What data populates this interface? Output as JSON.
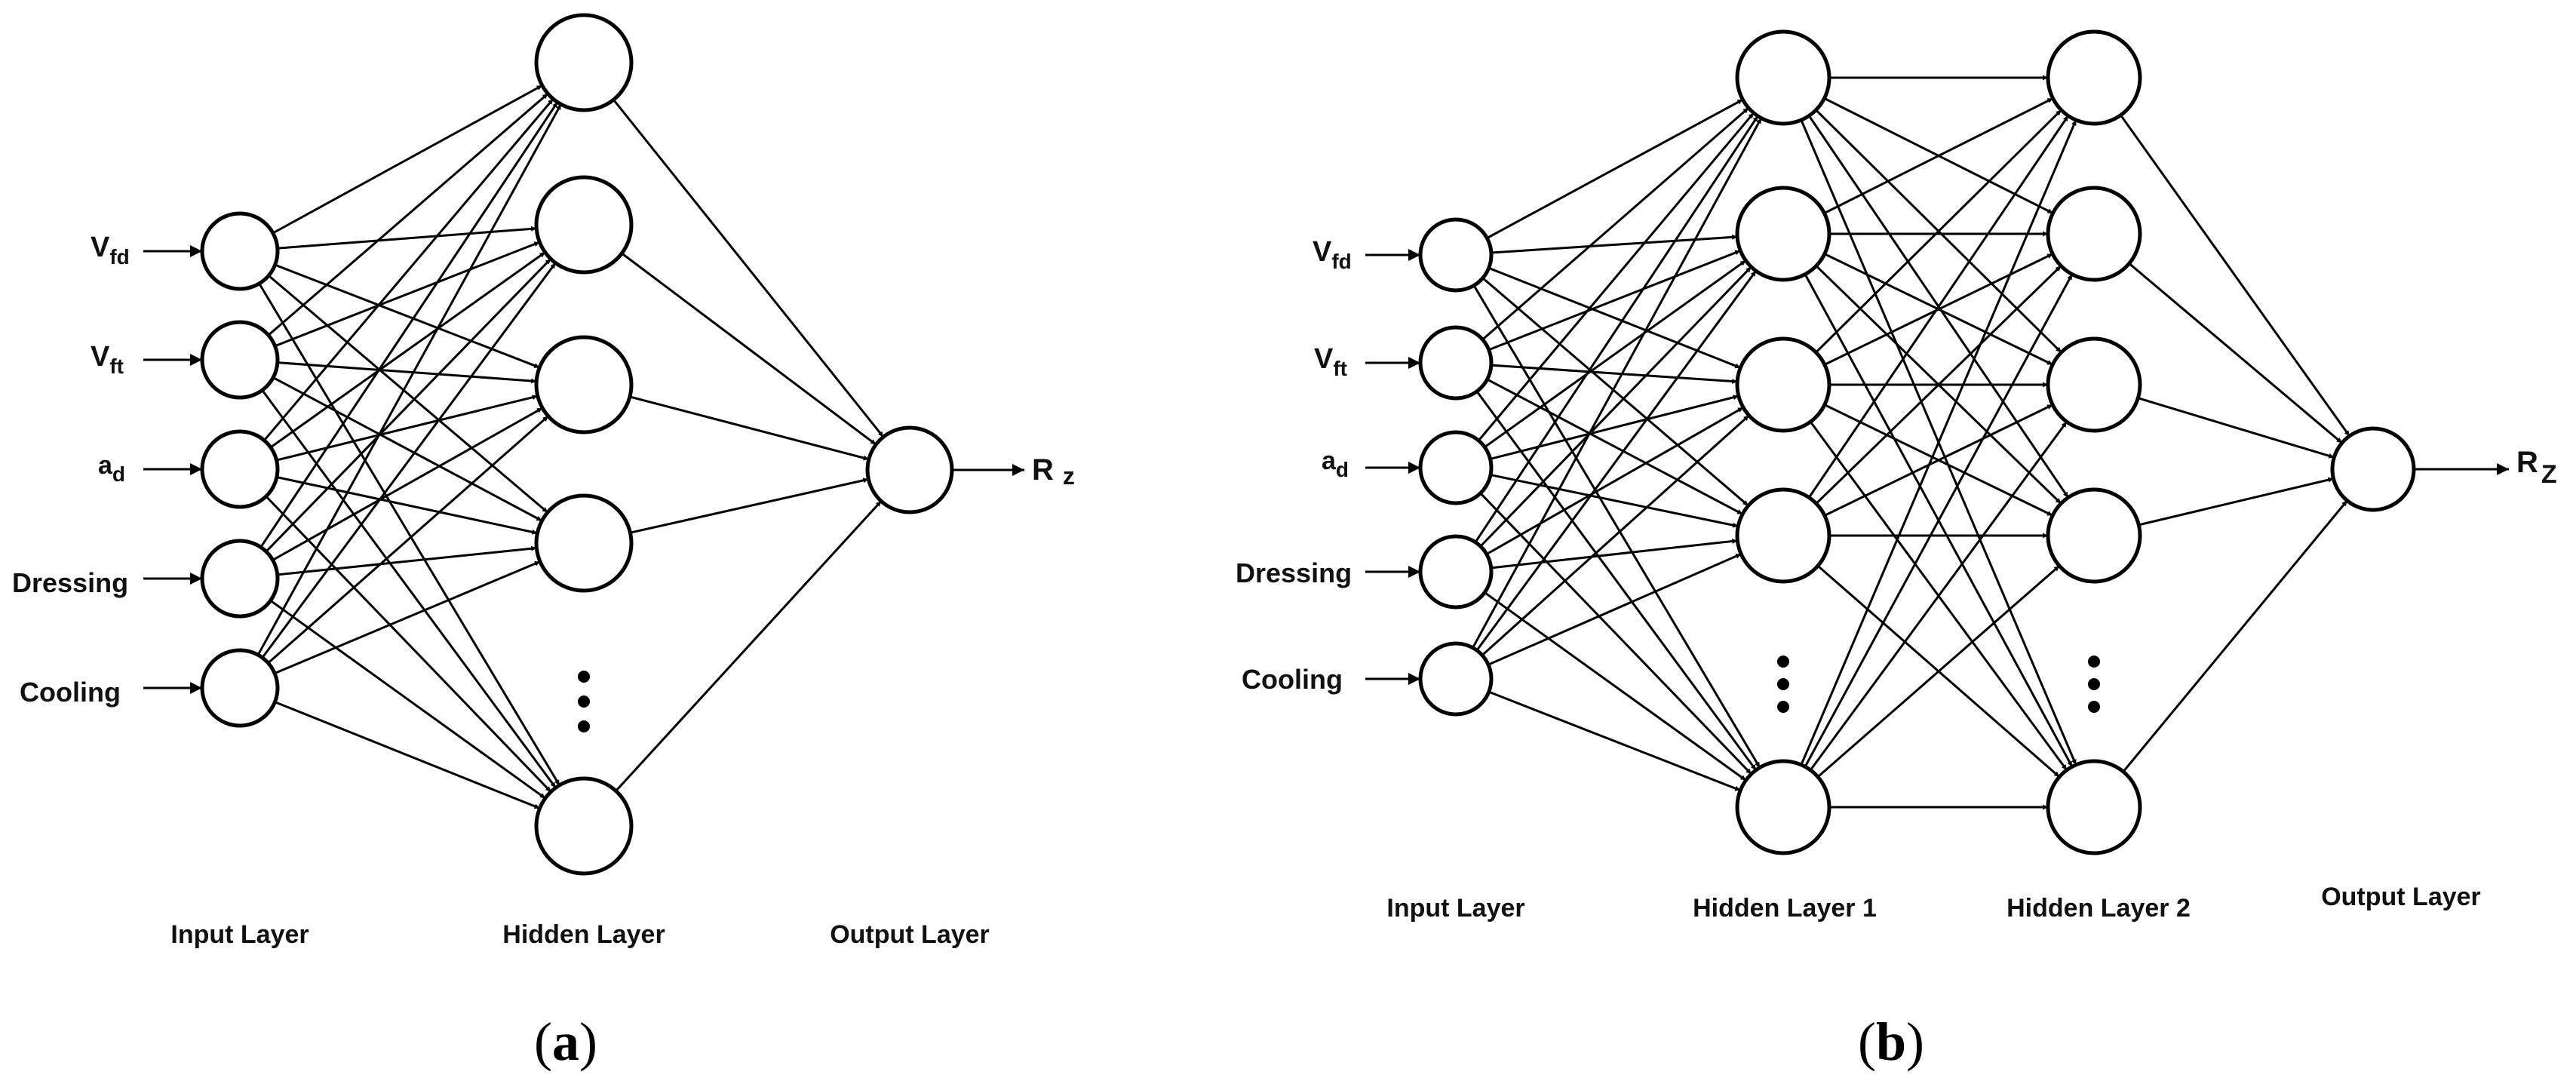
{
  "diagram_a": {
    "caption": "a",
    "layer_titles": {
      "input": "Input Layer",
      "hidden": "Hidden Layer",
      "output": "Output Layer"
    },
    "inputs": [
      {
        "main": "V",
        "sub": "fd"
      },
      {
        "main": "V",
        "sub": "ft"
      },
      {
        "main": "a",
        "sub": "d"
      },
      {
        "main": "Dressing",
        "sub": ""
      },
      {
        "main": "Cooling",
        "sub": ""
      }
    ],
    "output": {
      "main": "R",
      "sub": "z"
    }
  },
  "diagram_b": {
    "caption": "b",
    "layer_titles": {
      "input": "Input Layer",
      "hidden1": "Hidden Layer 1",
      "hidden2": "Hidden Layer 2",
      "output": "Output Layer"
    },
    "inputs": [
      {
        "main": "V",
        "sub": "fd"
      },
      {
        "main": "V",
        "sub": "ft"
      },
      {
        "main": "a",
        "sub": "d"
      },
      {
        "main": "Dressing",
        "sub": ""
      },
      {
        "main": "Cooling",
        "sub": ""
      }
    ],
    "output": {
      "main": "R",
      "sub": "Z"
    }
  },
  "colors": {
    "stroke": "#000000",
    "fill": "#ffffff",
    "text": "#111111"
  }
}
